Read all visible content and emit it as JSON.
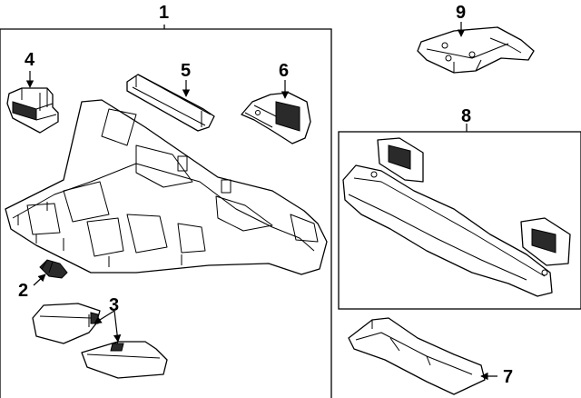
{
  "diagram": {
    "callouts": [
      "1",
      "2",
      "3",
      "4",
      "5",
      "6",
      "7",
      "8",
      "9"
    ]
  },
  "colors": {
    "line": "#000000",
    "background": "#ffffff"
  }
}
